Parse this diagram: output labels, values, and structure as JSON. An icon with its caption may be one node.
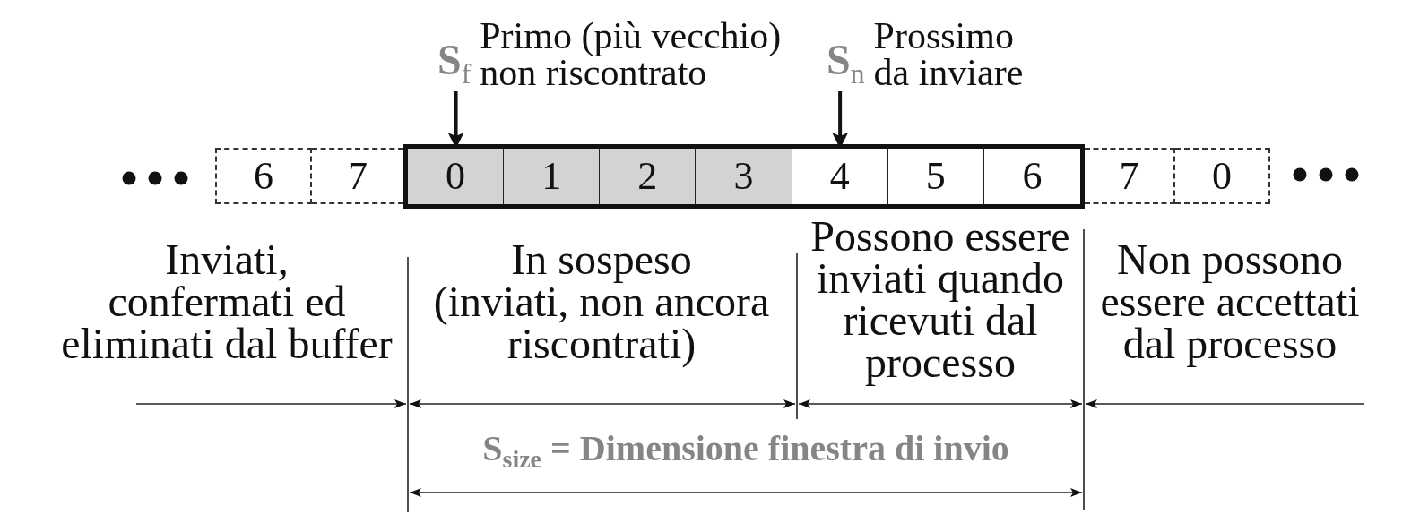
{
  "diagram": {
    "nodes": [
      {
        "text": [
          "S$_{f}$",
          "Primo (più vecchio) non riscontrato"
        ]
      },
      {
        "text": [
          "S$_{n}$",
          "Prossimo da inviare"
        ]
      },
      {
        "text": [
          "6"
        ]
      },
      {
        "text": [
          "7"
        ]
      },
      {
        "text": [],
        "shape": "box"
      },
      {
        "text": [
          "0"
        ],
        "in": 4
      },
      {
        "text": [
          "1"
        ],
        "in": 4
      },
      {
        "text": [
          "2"
        ],
        "in": 4
      },
      {
        "text": [
          "3"
        ],
        "in": 4
      },
      {
        "text": [
          "4"
        ],
        "in": 4
      },
      {
        "text": [
          "5"
        ],
        "in": 4
      },
      {
        "text": [
          "6"
        ],
        "in": 4
      },
      {
        "text": [
          "7"
        ]
      },
      {
        "text": [
          "0"
        ]
      }
    ],
    "edges": [
      {
        "from": 0,
        "to": 5,
        "arrow": "to"
      },
      {
        "from": 1,
        "to": 9,
        "arrow": "to"
      }
    ],
    "labels": [
      "Inviati, confermati ed eliminati dal buffer",
      "In sospeso (inviati, non ancora riscontrati)",
      "Possono essere inviati quando ricevuti dal processo",
      "Non possono essere accettati dal processo",
      "S$_{size}$ = Dimensione finestra di invio"
    ]
  }
}
